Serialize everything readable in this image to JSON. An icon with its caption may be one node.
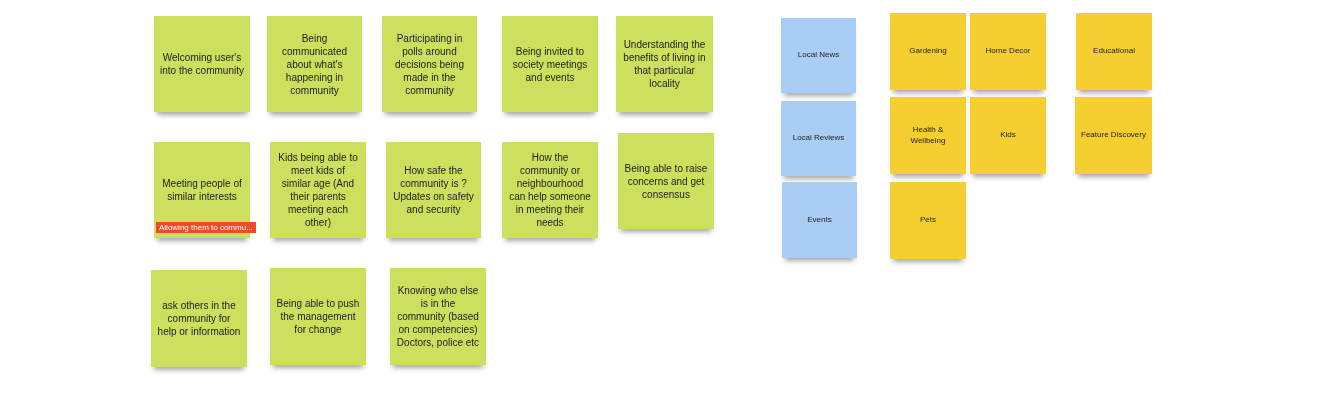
{
  "diagram": {
    "nodes": [
      {
        "text": [
          "Welcoming user's into the community"
        ]
      },
      {
        "text": [
          "Being communicated about what's happening in community"
        ]
      },
      {
        "text": [
          "Participating in polls around decisions being made in the community"
        ]
      },
      {
        "text": [
          "Being invited to society meetings and events"
        ]
      },
      {
        "text": [
          "Understanding the benefits of living in that particular locality"
        ]
      },
      {
        "text": [
          "Meeting people of similar interests"
        ]
      },
      {
        "text": [
          "Allowing them to commu..."
        ],
        "in": 5
      },
      {
        "text": [
          "Kids being able to meet kids of similar age (And their parents meeting each other)"
        ]
      },
      {
        "text": [
          "How safe the community is ? Updates on safety and security"
        ]
      },
      {
        "text": [
          "How the community or neighbourhood can help someone in meeting their needs"
        ]
      },
      {
        "text": [
          "Being able to raise concerns and get consensus"
        ]
      },
      {
        "text": [
          "ask others in the community for help or information"
        ]
      },
      {
        "text": [
          "Being able to push the management for change"
        ]
      },
      {
        "text": [
          "Knowing who else is in the community (based on competencies) Doctors, police etc"
        ]
      },
      {
        "text": [
          "Local News"
        ]
      },
      {
        "text": [
          "Local Reviews"
        ]
      },
      {
        "text": [
          "Events"
        ]
      },
      {
        "text": [
          "Gardening"
        ]
      },
      {
        "text": [
          "Home Decor"
        ]
      },
      {
        "text": [
          "Educational"
        ]
      },
      {
        "text": [
          "Health & Wellbeing"
        ]
      },
      {
        "text": [
          "Kids"
        ]
      },
      {
        "text": [
          "Feature Discovery"
        ]
      },
      {
        "text": [
          "Pets"
        ]
      }
    ]
  }
}
